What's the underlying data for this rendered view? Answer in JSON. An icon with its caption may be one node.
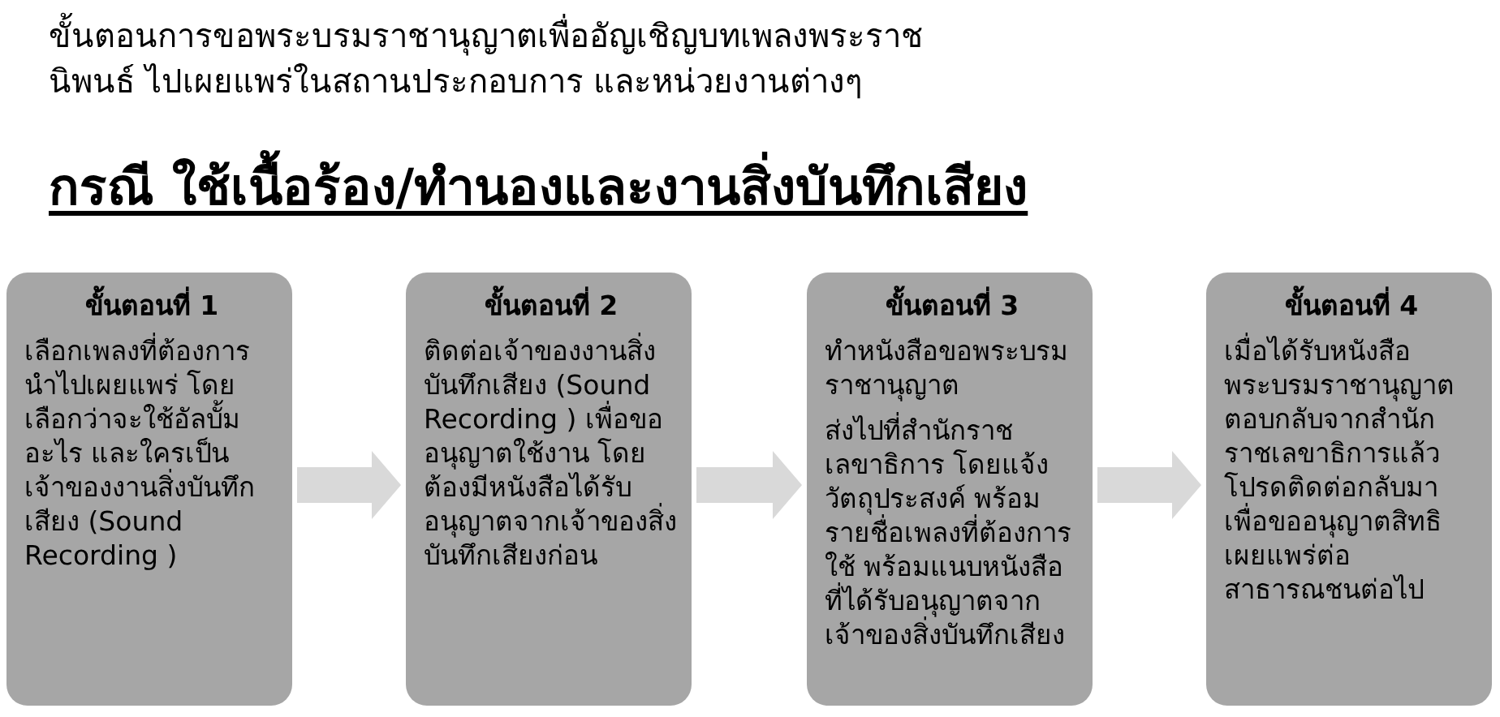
{
  "diagram": {
    "title": "ขั้นตอนการขอพระบรมราชานุญาตเพื่ออัญเชิญบทเพลงพระราชนิพนธ์ ไปเผยแพร่ในสถานประกอบการ และหน่วยงานต่างๆ",
    "nodes": [
      {
        "text": [
          "ขั้นตอนที่ 1",
          "เลือกเพลงที่ต้องการนำไปเผยแพร่ โดยเลือกว่าจะใช้อัลบั้มอะไร และใครเป็นเจ้าของงานสิ่งบันทึกเสียง (Sound Recording )"
        ]
      },
      {
        "text": [
          "ขั้นตอนที่ 2",
          "ติดต่อเจ้าของงานสิ่งบันทึกเสียง (Sound Recording ) เพื่อขออนุญาตใช้งาน โดยต้องมีหนังสือได้รับอนุญาตจากเจ้าของสิ่งบันทึกเสียงก่อน"
        ]
      },
      {
        "text": [
          "ขั้นตอนที่ 3",
          "ทำหนังสือขอพระบรมราชานุญาต",
          "ส่งไปที่สำนักราชเลขาธิการ โดยแจ้งวัตถุประสงค์ พร้อมรายชื่อเพลงที่ต้องการใช้ พร้อมแนบหนังสือที่ได้รับอนุญาตจากเจ้าของสิ่งบันทึกเสียง"
        ]
      },
      {
        "text": [
          "ขั้นตอนที่ 4",
          "เมื่อได้รับหนังสือพระบรมราชานุญาตตอบกลับจากสำนักราชเลขาธิการแล้ว โปรดติดต่อกลับมา เพื่อขออนุญาตสิทธิเผยแพร่ต่อสาธารณชนต่อไป"
        ]
      }
    ],
    "edges": [
      {
        "from": 0,
        "to": 1,
        "arrow": "to"
      },
      {
        "from": 1,
        "to": 2,
        "arrow": "to"
      },
      {
        "from": 2,
        "to": 3,
        "arrow": "to"
      }
    ],
    "labels": [
      "กรณี ใช้เนื้อร้อง/ทำนองและงานสิ่งบันทึกเสียง"
    ]
  }
}
